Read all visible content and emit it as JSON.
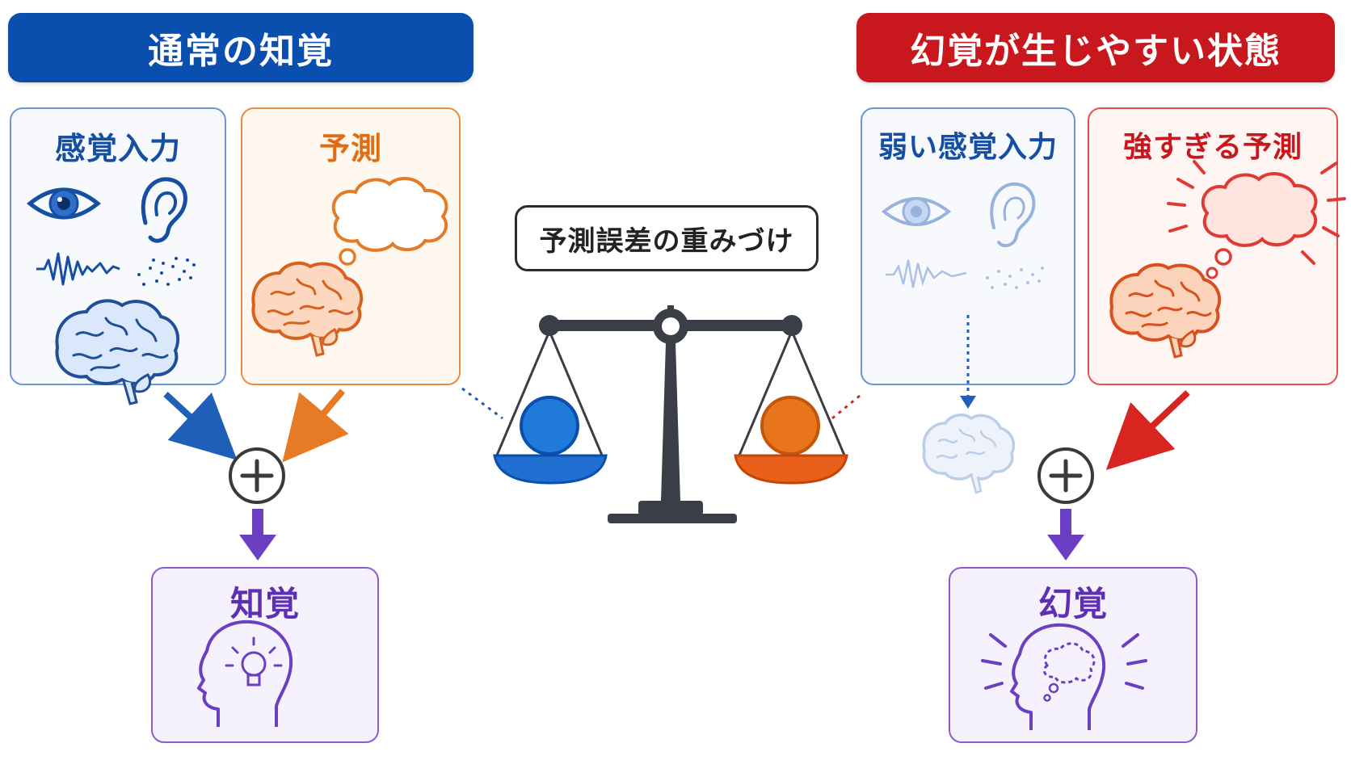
{
  "headers": {
    "normal": "通常の知覚",
    "hallucination": "幻覚が生じやすい状態"
  },
  "left": {
    "sensory_input": "感覚入力",
    "prediction": "予測",
    "perception": "知覚"
  },
  "center": {
    "weighting_label": "予測誤差の重みづけ"
  },
  "right": {
    "weak_sensory_input": "弱い感覚入力",
    "strong_prediction": "強すぎる予測",
    "hallucination": "幻覚"
  },
  "icons": [
    "eye-icon",
    "ear-icon",
    "sound-wave-icon",
    "dots-icon",
    "brain-icon",
    "thought-bubble-icon",
    "plus-icon",
    "balance-scale-icon",
    "head-lightbulb-icon",
    "head-thought-icon"
  ],
  "colors": {
    "blue": "#0b4fae",
    "orange": "#e06d14",
    "red": "#c8171d",
    "purple": "#6b3fc4",
    "scale": "#3a3f47"
  }
}
